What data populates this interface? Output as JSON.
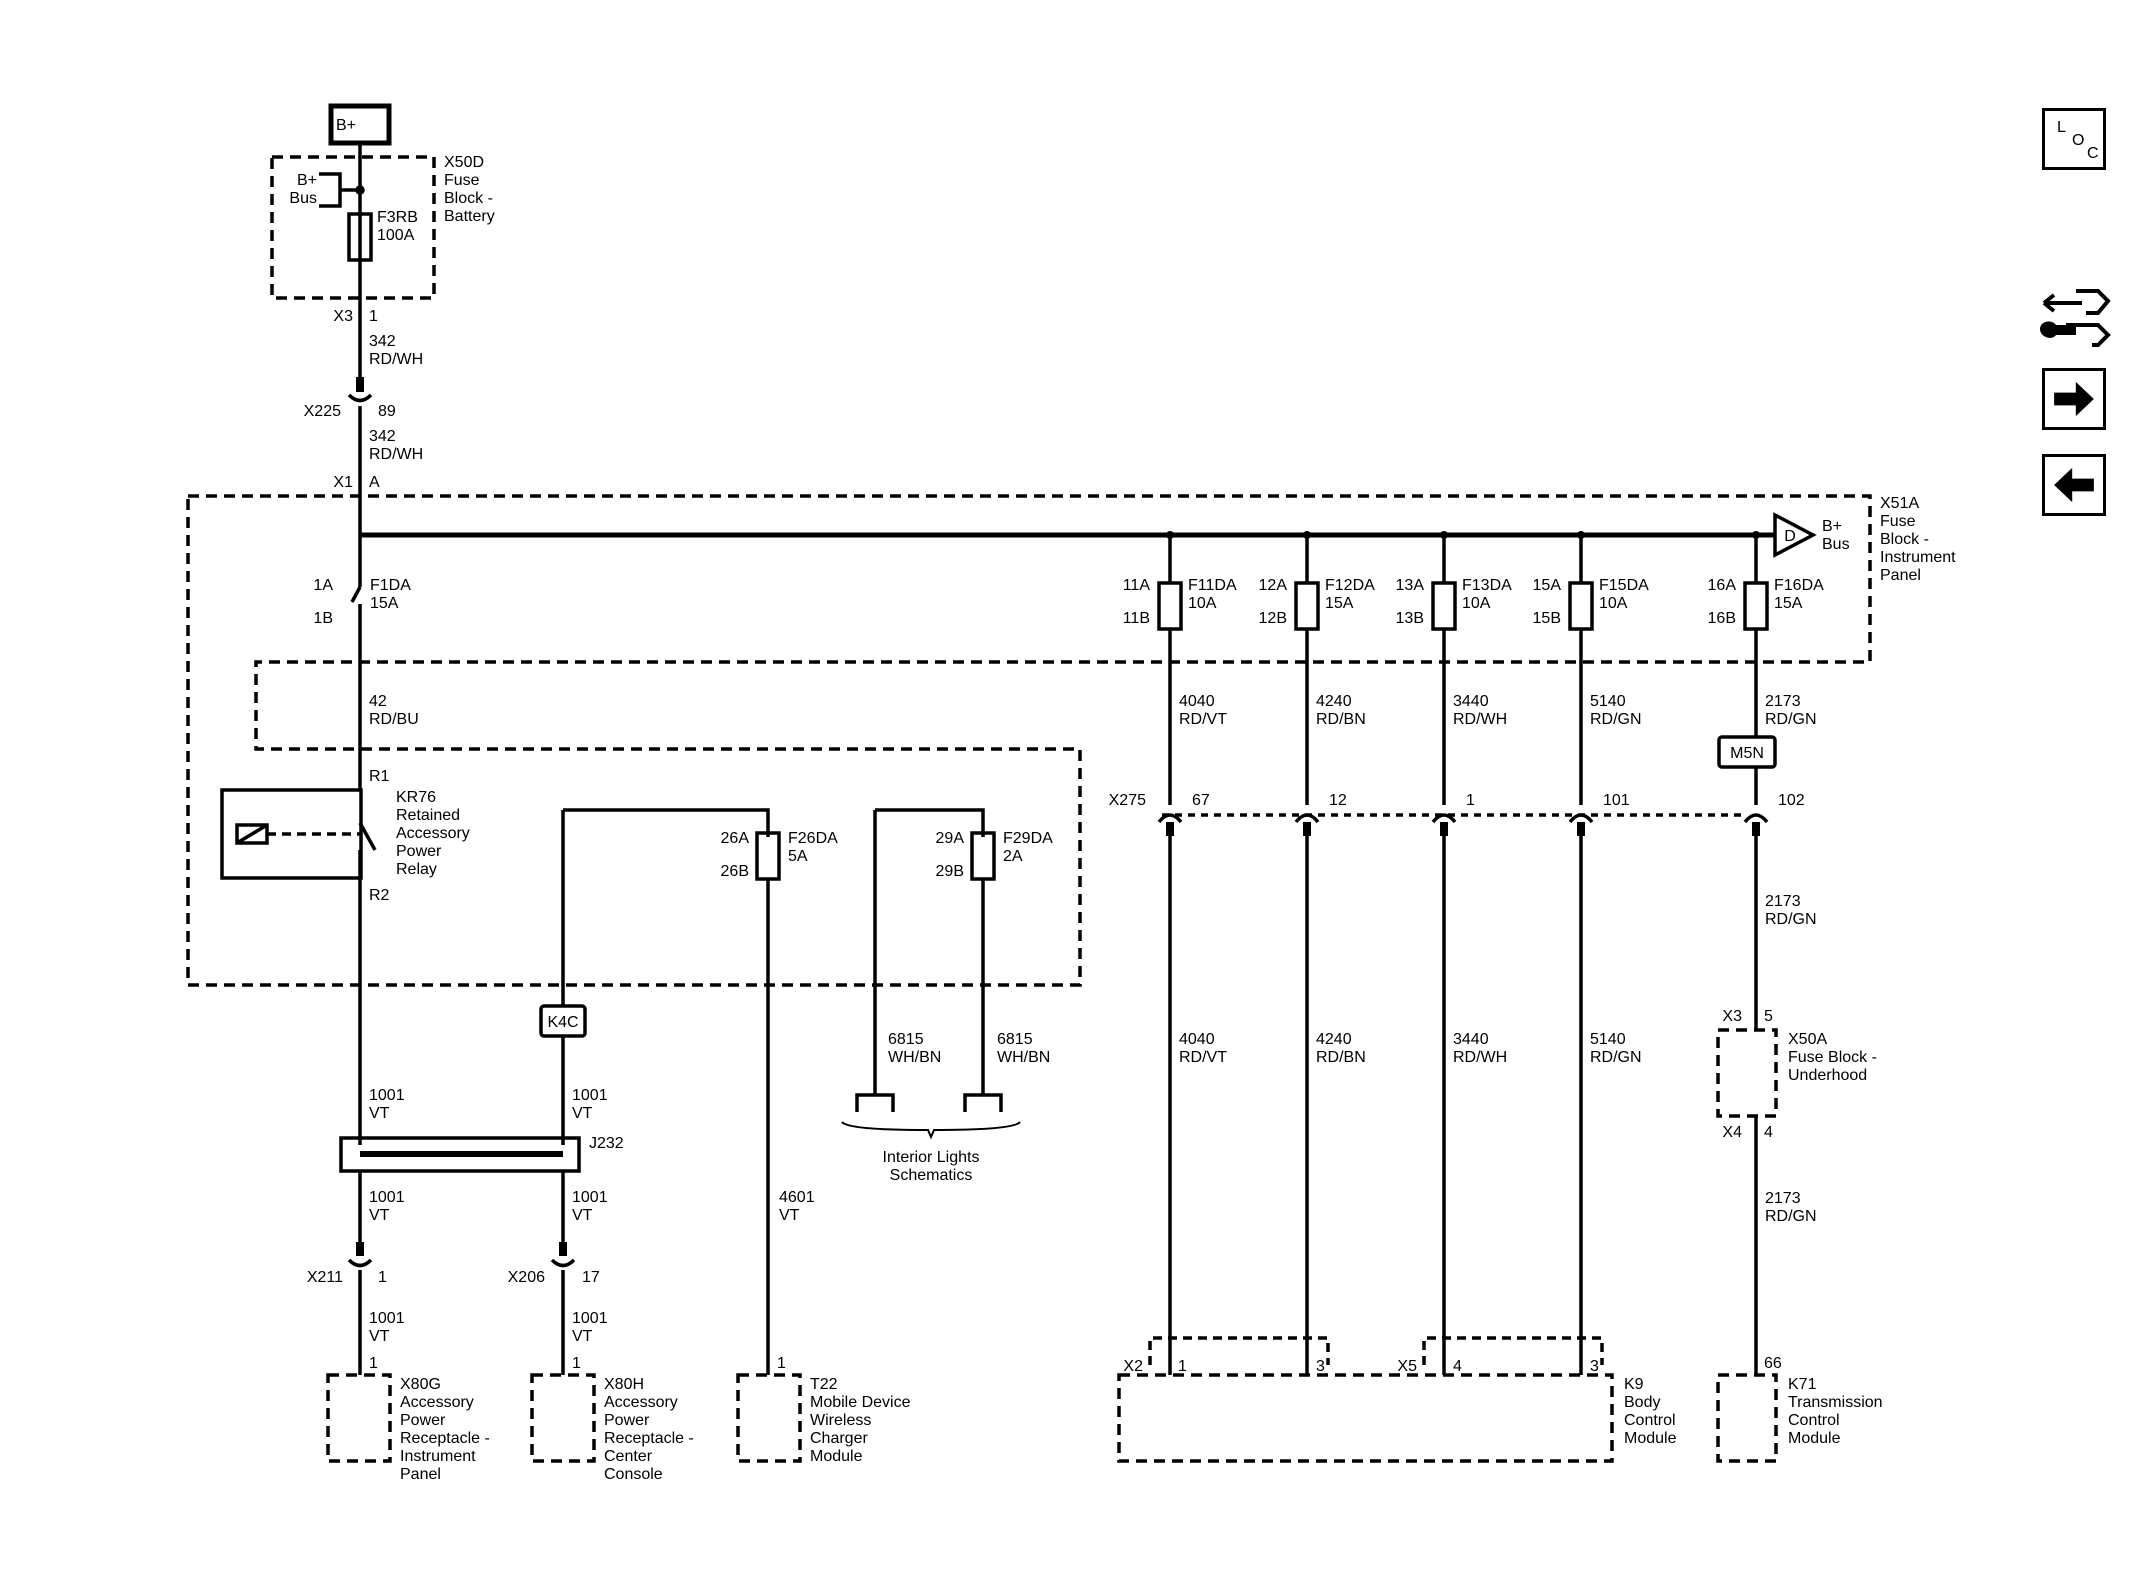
{
  "sources": {
    "battery_box": "B+",
    "x50d": [
      "X50D",
      "Fuse",
      "Block -",
      "Battery"
    ],
    "bus_battery": [
      "B+",
      "Bus"
    ],
    "fuse_f3rb": [
      "F3RB",
      "100A"
    ]
  },
  "feed": {
    "x3": "X3",
    "x3_pin": "1",
    "w342a": [
      "342",
      "RD/WH"
    ],
    "x225": "X225",
    "x225_pin": "89",
    "w342b": [
      "342",
      "RD/WH"
    ],
    "x1": "X1",
    "x1_pin": "A"
  },
  "x51a": {
    "label": [
      "X51A",
      "Fuse",
      "Block -",
      "Instrument",
      "Panel"
    ],
    "bus_connector": "D",
    "bus_label": [
      "B+",
      "Bus"
    ],
    "f1da": {
      "top": "1A",
      "bottom": "1B",
      "name": "F1DA",
      "rating": "15A"
    },
    "fuses": [
      {
        "top": "11A",
        "bottom": "11B",
        "name": "F11DA",
        "rating": "10A"
      },
      {
        "top": "12A",
        "bottom": "12B",
        "name": "F12DA",
        "rating": "15A"
      },
      {
        "top": "13A",
        "bottom": "13B",
        "name": "F13DA",
        "rating": "10A"
      },
      {
        "top": "15A",
        "bottom": "15B",
        "name": "F15DA",
        "rating": "10A"
      },
      {
        "top": "16A",
        "bottom": "16B",
        "name": "F16DA",
        "rating": "15A"
      }
    ],
    "w42": [
      "42",
      "RD/BU"
    ],
    "relay_pin_top": "R1",
    "relay_pin_bottom": "R2",
    "relay_label": [
      "KR76",
      "Retained",
      "Accessory",
      "Power",
      "Relay"
    ],
    "f26da": {
      "top": "26A",
      "bottom": "26B",
      "name": "F26DA",
      "rating": "5A"
    },
    "f29da": {
      "top": "29A",
      "bottom": "29B",
      "name": "F29DA",
      "rating": "2A"
    }
  },
  "upper_wires": [
    [
      "4040",
      "RD/VT"
    ],
    [
      "4240",
      "RD/BN"
    ],
    [
      "3440",
      "RD/WH"
    ],
    [
      "5140",
      "RD/GN"
    ],
    [
      "2173",
      "RD/GN"
    ]
  ],
  "splice_m5n": "M5N",
  "x275": {
    "name": "X275",
    "pins": [
      "67",
      "12",
      "1",
      "101",
      "102"
    ]
  },
  "lower_wires": [
    [
      "4040",
      "RD/VT"
    ],
    [
      "4240",
      "RD/BN"
    ],
    [
      "3440",
      "RD/WH"
    ],
    [
      "5140",
      "RD/GN"
    ]
  ],
  "tcm_feed": {
    "w2173_mid": [
      "2173",
      "RD/GN"
    ],
    "x3": "X3",
    "x3_pin": "5",
    "x50a": [
      "X50A",
      "Fuse Block -",
      "Underhood"
    ],
    "x4": "X4",
    "x4_pin": "4",
    "w2173_low": [
      "2173",
      "RD/GN"
    ]
  },
  "interior": {
    "w1": [
      "6815",
      "WH/BN"
    ],
    "w2": [
      "6815",
      "WH/BN"
    ],
    "label": [
      "Interior Lights",
      "Schematics"
    ]
  },
  "splice_k4c": "K4C",
  "j232": "J232",
  "branch_wires": {
    "left_upper": [
      "1001",
      "VT"
    ],
    "right_upper": [
      "1001",
      "VT"
    ],
    "left_mid": [
      "1001",
      "VT"
    ],
    "right_mid": [
      "1001",
      "VT"
    ],
    "left_low": [
      "1001",
      "VT"
    ],
    "right_low": [
      "1001",
      "VT"
    ],
    "w4601": [
      "4601",
      "VT"
    ]
  },
  "inline": {
    "x211": "X211",
    "x211_pin": "1",
    "x206": "X206",
    "x206_pin": "17"
  },
  "modules": {
    "x80g": {
      "pin": "1",
      "label": [
        "X80G",
        "Accessory",
        "Power",
        "Receptacle -",
        "Instrument",
        "Panel"
      ]
    },
    "x80h": {
      "pin": "1",
      "label": [
        "X80H",
        "Accessory",
        "Power",
        "Receptacle -",
        "Center",
        "Console"
      ]
    },
    "t22": {
      "pin": "1",
      "label": [
        "T22",
        "Mobile Device",
        "Wireless",
        "Charger",
        "Module"
      ]
    },
    "k9": {
      "x2": "X2",
      "x2_pins": [
        "1",
        "3"
      ],
      "x5": "X5",
      "x5_pins": [
        "4",
        "3"
      ],
      "label": [
        "K9",
        "Body",
        "Control",
        "Module"
      ]
    },
    "k71": {
      "pin": "66",
      "label": [
        "K71",
        "Transmission",
        "Control",
        "Module"
      ]
    }
  },
  "nav": {
    "loc": [
      "L",
      "O",
      "C"
    ]
  }
}
